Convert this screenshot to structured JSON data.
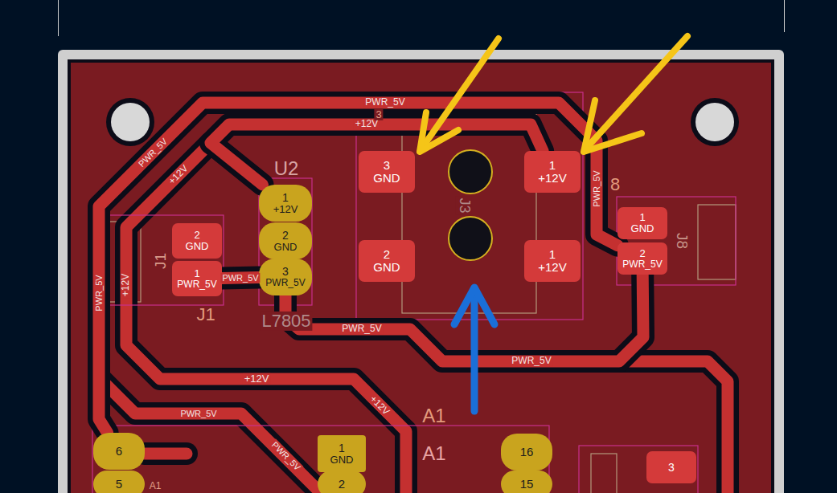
{
  "diagram": {
    "nodes": [
      {
        "text": [
          "3",
          "GND"
        ]
      },
      {
        "text": [
          "1",
          "+12V"
        ]
      },
      {
        "text": [
          "1",
          "GND"
        ]
      },
      {
        "text": [
          "1",
          "+12V"
        ]
      },
      {
        "text": [
          "2",
          "GND"
        ]
      },
      {
        "text": [
          "2",
          "GND"
        ]
      },
      {
        "text": [
          "2",
          "GND"
        ]
      },
      {
        "text": [
          "1",
          "+12V"
        ]
      },
      {
        "text": [
          "2",
          "PWR_5V"
        ]
      },
      {
        "text": [
          "1",
          "PWR_5V"
        ]
      },
      {
        "text": [
          "3",
          "PWR_5V"
        ]
      },
      {
        "text": [
          "6"
        ]
      },
      {
        "text": [
          "1",
          "GND"
        ]
      },
      {
        "text": [
          "16"
        ]
      },
      {
        "text": [
          "3"
        ]
      },
      {
        "text": [
          "5"
        ]
      },
      {
        "text": [
          "2"
        ]
      },
      {
        "text": [
          "15"
        ]
      }
    ],
    "edges": [
      {
        "from": 9,
        "to": 10,
        "arrow": "none",
        "label": "PWR_5V"
      },
      {
        "from": 1,
        "to": 3,
        "arrow": "none",
        "label": "+12V"
      },
      {
        "from": 10,
        "to": 8,
        "arrow": "none",
        "label": "PWR_5V"
      },
      {
        "from": 8,
        "to": 11,
        "arrow": "none",
        "label": "PWR_5V"
      }
    ],
    "labels": [
      "3",
      "PWR_5V",
      "+12V",
      "U2",
      "8",
      "PWR_5V",
      "J3",
      "J1",
      "J8",
      "PWR_5V",
      "+12V",
      "J1",
      "L7805",
      "PWR_5V",
      "+12V",
      "+12V",
      "PWR_5V",
      "A1",
      "PWR_5V",
      "A1",
      "A1"
    ]
  }
}
